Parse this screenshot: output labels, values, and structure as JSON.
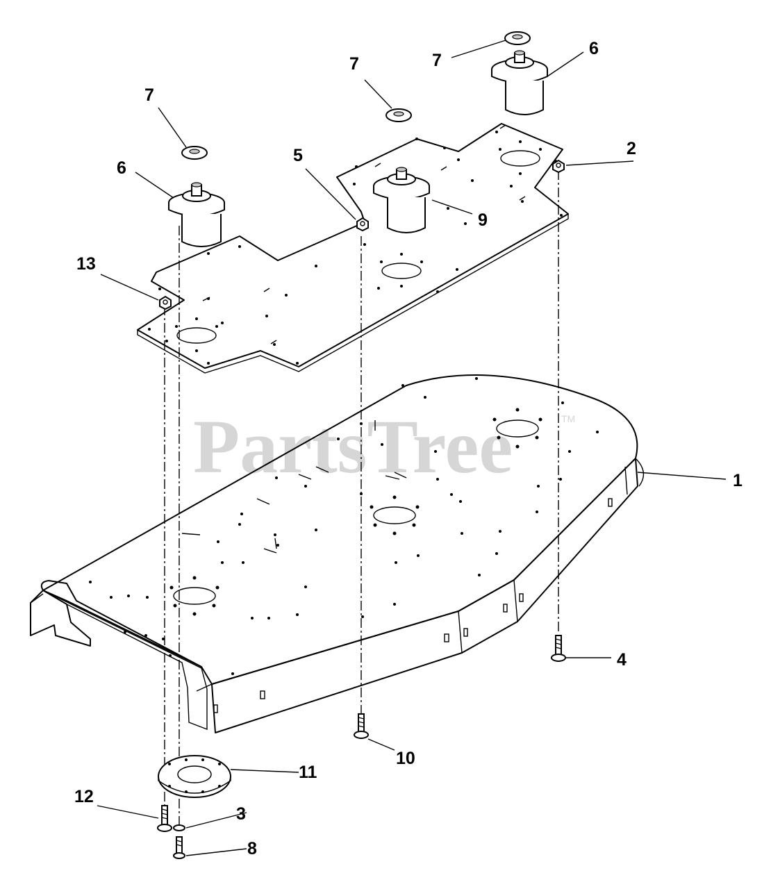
{
  "watermark": {
    "text": "PartsTree",
    "tm": "TM"
  },
  "callouts": [
    {
      "id": "c-1",
      "label": "1"
    },
    {
      "id": "c-2",
      "label": "2"
    },
    {
      "id": "c-3",
      "label": "3"
    },
    {
      "id": "c-4",
      "label": "4"
    },
    {
      "id": "c-5",
      "label": "5"
    },
    {
      "id": "c-6a",
      "label": "6"
    },
    {
      "id": "c-6b",
      "label": "6"
    },
    {
      "id": "c-7a",
      "label": "7"
    },
    {
      "id": "c-7b",
      "label": "7"
    },
    {
      "id": "c-7c",
      "label": "7"
    },
    {
      "id": "c-8",
      "label": "8"
    },
    {
      "id": "c-9",
      "label": "9"
    },
    {
      "id": "c-10",
      "label": "10"
    },
    {
      "id": "c-11",
      "label": "11"
    },
    {
      "id": "c-12",
      "label": "12"
    },
    {
      "id": "c-13",
      "label": "13"
    }
  ]
}
